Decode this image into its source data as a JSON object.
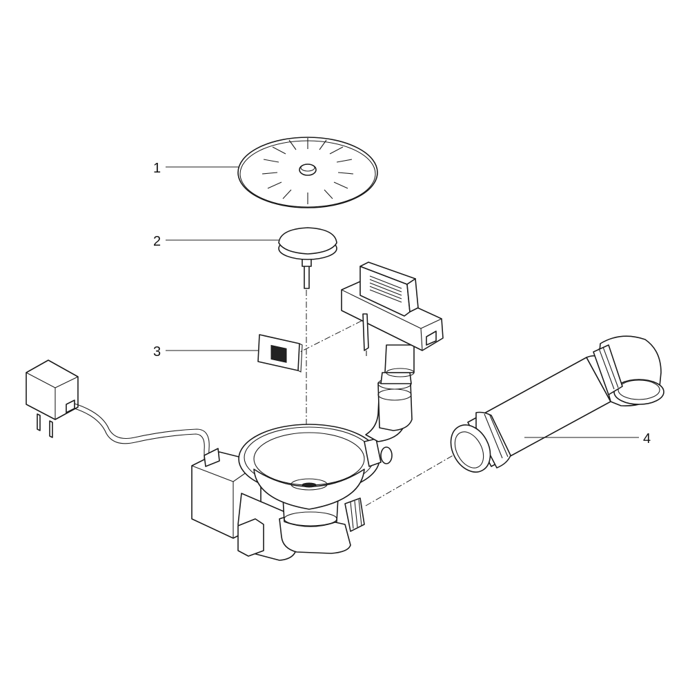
{
  "callouts": [
    {
      "id": "1",
      "label": "1",
      "part": "strainer-cover"
    },
    {
      "id": "2",
      "label": "2",
      "part": "plug-with-stem"
    },
    {
      "id": "3",
      "label": "3",
      "part": "sensor-plate"
    },
    {
      "id": "4",
      "label": "4",
      "part": "overflow-pipe-assembly"
    }
  ]
}
